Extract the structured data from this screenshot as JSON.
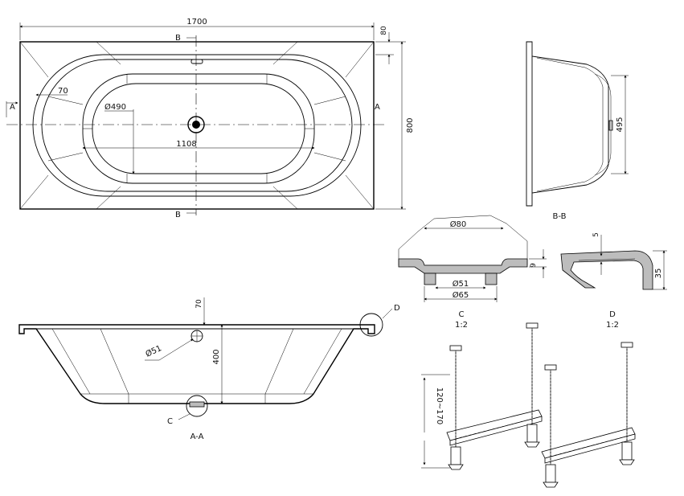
{
  "top_view": {
    "dim_length": "1700",
    "dim_width": "800",
    "dim_rim": "80",
    "dim_inner_length": "1108",
    "dim_radius": "70",
    "dim_diameter": "Ø490",
    "section_a": "A",
    "section_b": "B"
  },
  "side_view": {
    "dim_height": "400",
    "dim_top": "70",
    "dim_drain": "Ø51",
    "label_c": "C",
    "label_d": "D",
    "caption": "A-A"
  },
  "section_bb": {
    "dim_height": "495",
    "caption": "B-B"
  },
  "detail_c": {
    "dim_top": "Ø80",
    "dim_mid": "Ø51",
    "dim_bottom": "Ø65",
    "dim_thick": "9",
    "caption": "C",
    "scale": "1:2"
  },
  "detail_d": {
    "dim_top": "5",
    "dim_height": "35",
    "caption": "D",
    "scale": "1:2"
  },
  "legs": {
    "dim_range": "120~170"
  }
}
